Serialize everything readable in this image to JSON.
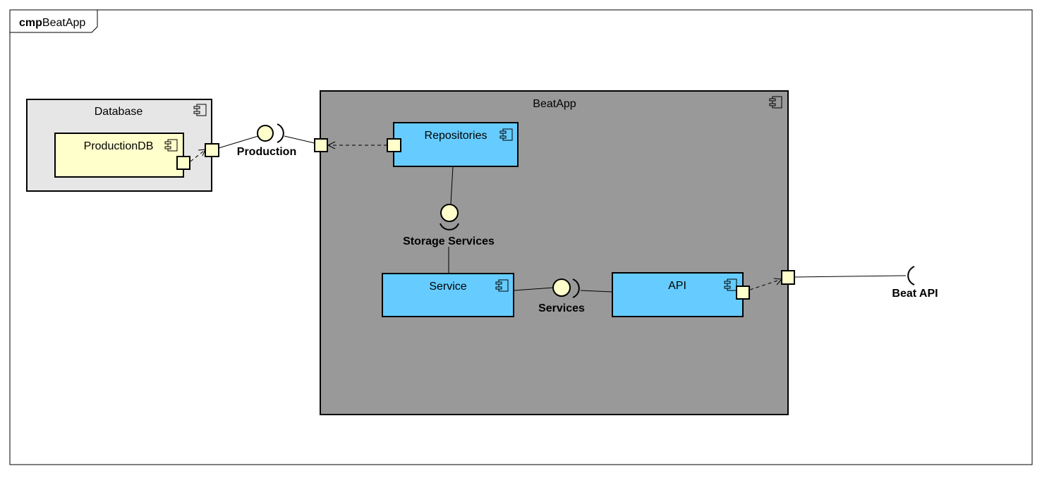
{
  "frame": {
    "keyword": "cmp",
    "name": "BeatApp"
  },
  "components": {
    "database": {
      "label": "Database"
    },
    "production_db": {
      "label": "ProductionDB"
    },
    "beatapp": {
      "label": "BeatApp"
    },
    "repositories": {
      "label": "Repositories"
    },
    "service": {
      "label": "Service"
    },
    "api": {
      "label": "API"
    }
  },
  "interfaces": {
    "production": {
      "label": "Production"
    },
    "storage_services": {
      "label": "Storage Services"
    },
    "services": {
      "label": "Services"
    },
    "beat_api": {
      "label": "Beat API"
    }
  },
  "colors": {
    "outer_component": "#e6e6e6",
    "beatapp_component": "#999999",
    "inner_component": "#66ccff",
    "database_part": "#ffffcc",
    "port_fill": "#ffffcc",
    "line": "#000000"
  }
}
